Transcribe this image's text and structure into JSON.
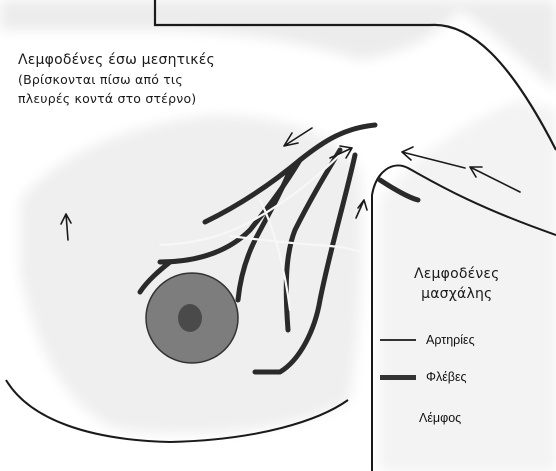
{
  "labels": {
    "internal_mammary_title": "Λεμφοδένες έσω μεσητικές",
    "internal_mammary_line2": "(Βρίσκονται πίσω από τις",
    "internal_mammary_line3": "πλευρές κοντά στο στέρνο)",
    "axillary_line1": "Λεμφοδένες",
    "axillary_line2": "μασχάλης"
  },
  "legend": {
    "arteries": "Αρτηρίες",
    "veins": "Φλέβες",
    "lymph": "Λέμφος"
  },
  "colors": {
    "outline": "#1a1a1a",
    "shading": "#e6e6e6",
    "areola": "#7d7d7d",
    "nipple": "#4a4a4a",
    "vessels": "#2a2a2a"
  }
}
